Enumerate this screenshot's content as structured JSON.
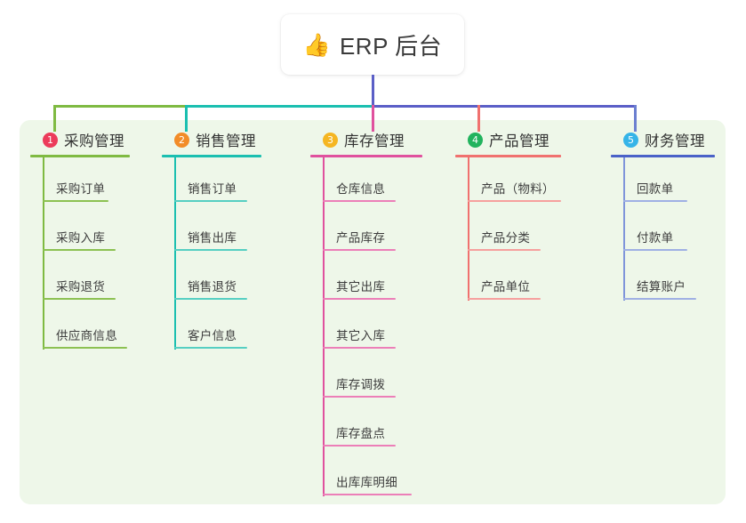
{
  "root": {
    "emoji": "👍",
    "emoji_name": "thumbs-up-icon",
    "title": "ERP 后台"
  },
  "colors": {
    "panel_background": "#eef7e9",
    "root_card_background": "#ffffff",
    "root_connector": "#5b5fc7",
    "columns": [
      {
        "line": "#7fba42",
        "badge": "#ec3b5b"
      },
      {
        "line": "#1bbfb0",
        "badge": "#f28c28"
      },
      {
        "line": "#e0519e",
        "badge": "#f5b622"
      },
      {
        "line": "#f0716f",
        "badge": "#22b35e"
      },
      {
        "line": "#6b7fd0",
        "badge": "#35b4e8"
      }
    ]
  },
  "columns": [
    {
      "index": "1",
      "title": "采购管理",
      "items": [
        "采购订单",
        "采购入库",
        "采购退货",
        "供应商信息"
      ]
    },
    {
      "index": "2",
      "title": "销售管理",
      "items": [
        "销售订单",
        "销售出库",
        "销售退货",
        "客户信息"
      ]
    },
    {
      "index": "3",
      "title": "库存管理",
      "items": [
        "仓库信息",
        "产品库存",
        "其它出库",
        "其它入库",
        "库存调拨",
        "库存盘点",
        "出库库明细"
      ]
    },
    {
      "index": "4",
      "title": "产品管理",
      "items": [
        "产品（物料）",
        "产品分类",
        "产品单位"
      ]
    },
    {
      "index": "5",
      "title": "财务管理",
      "items": [
        "回款单",
        "付款单",
        "结算账户"
      ]
    }
  ]
}
